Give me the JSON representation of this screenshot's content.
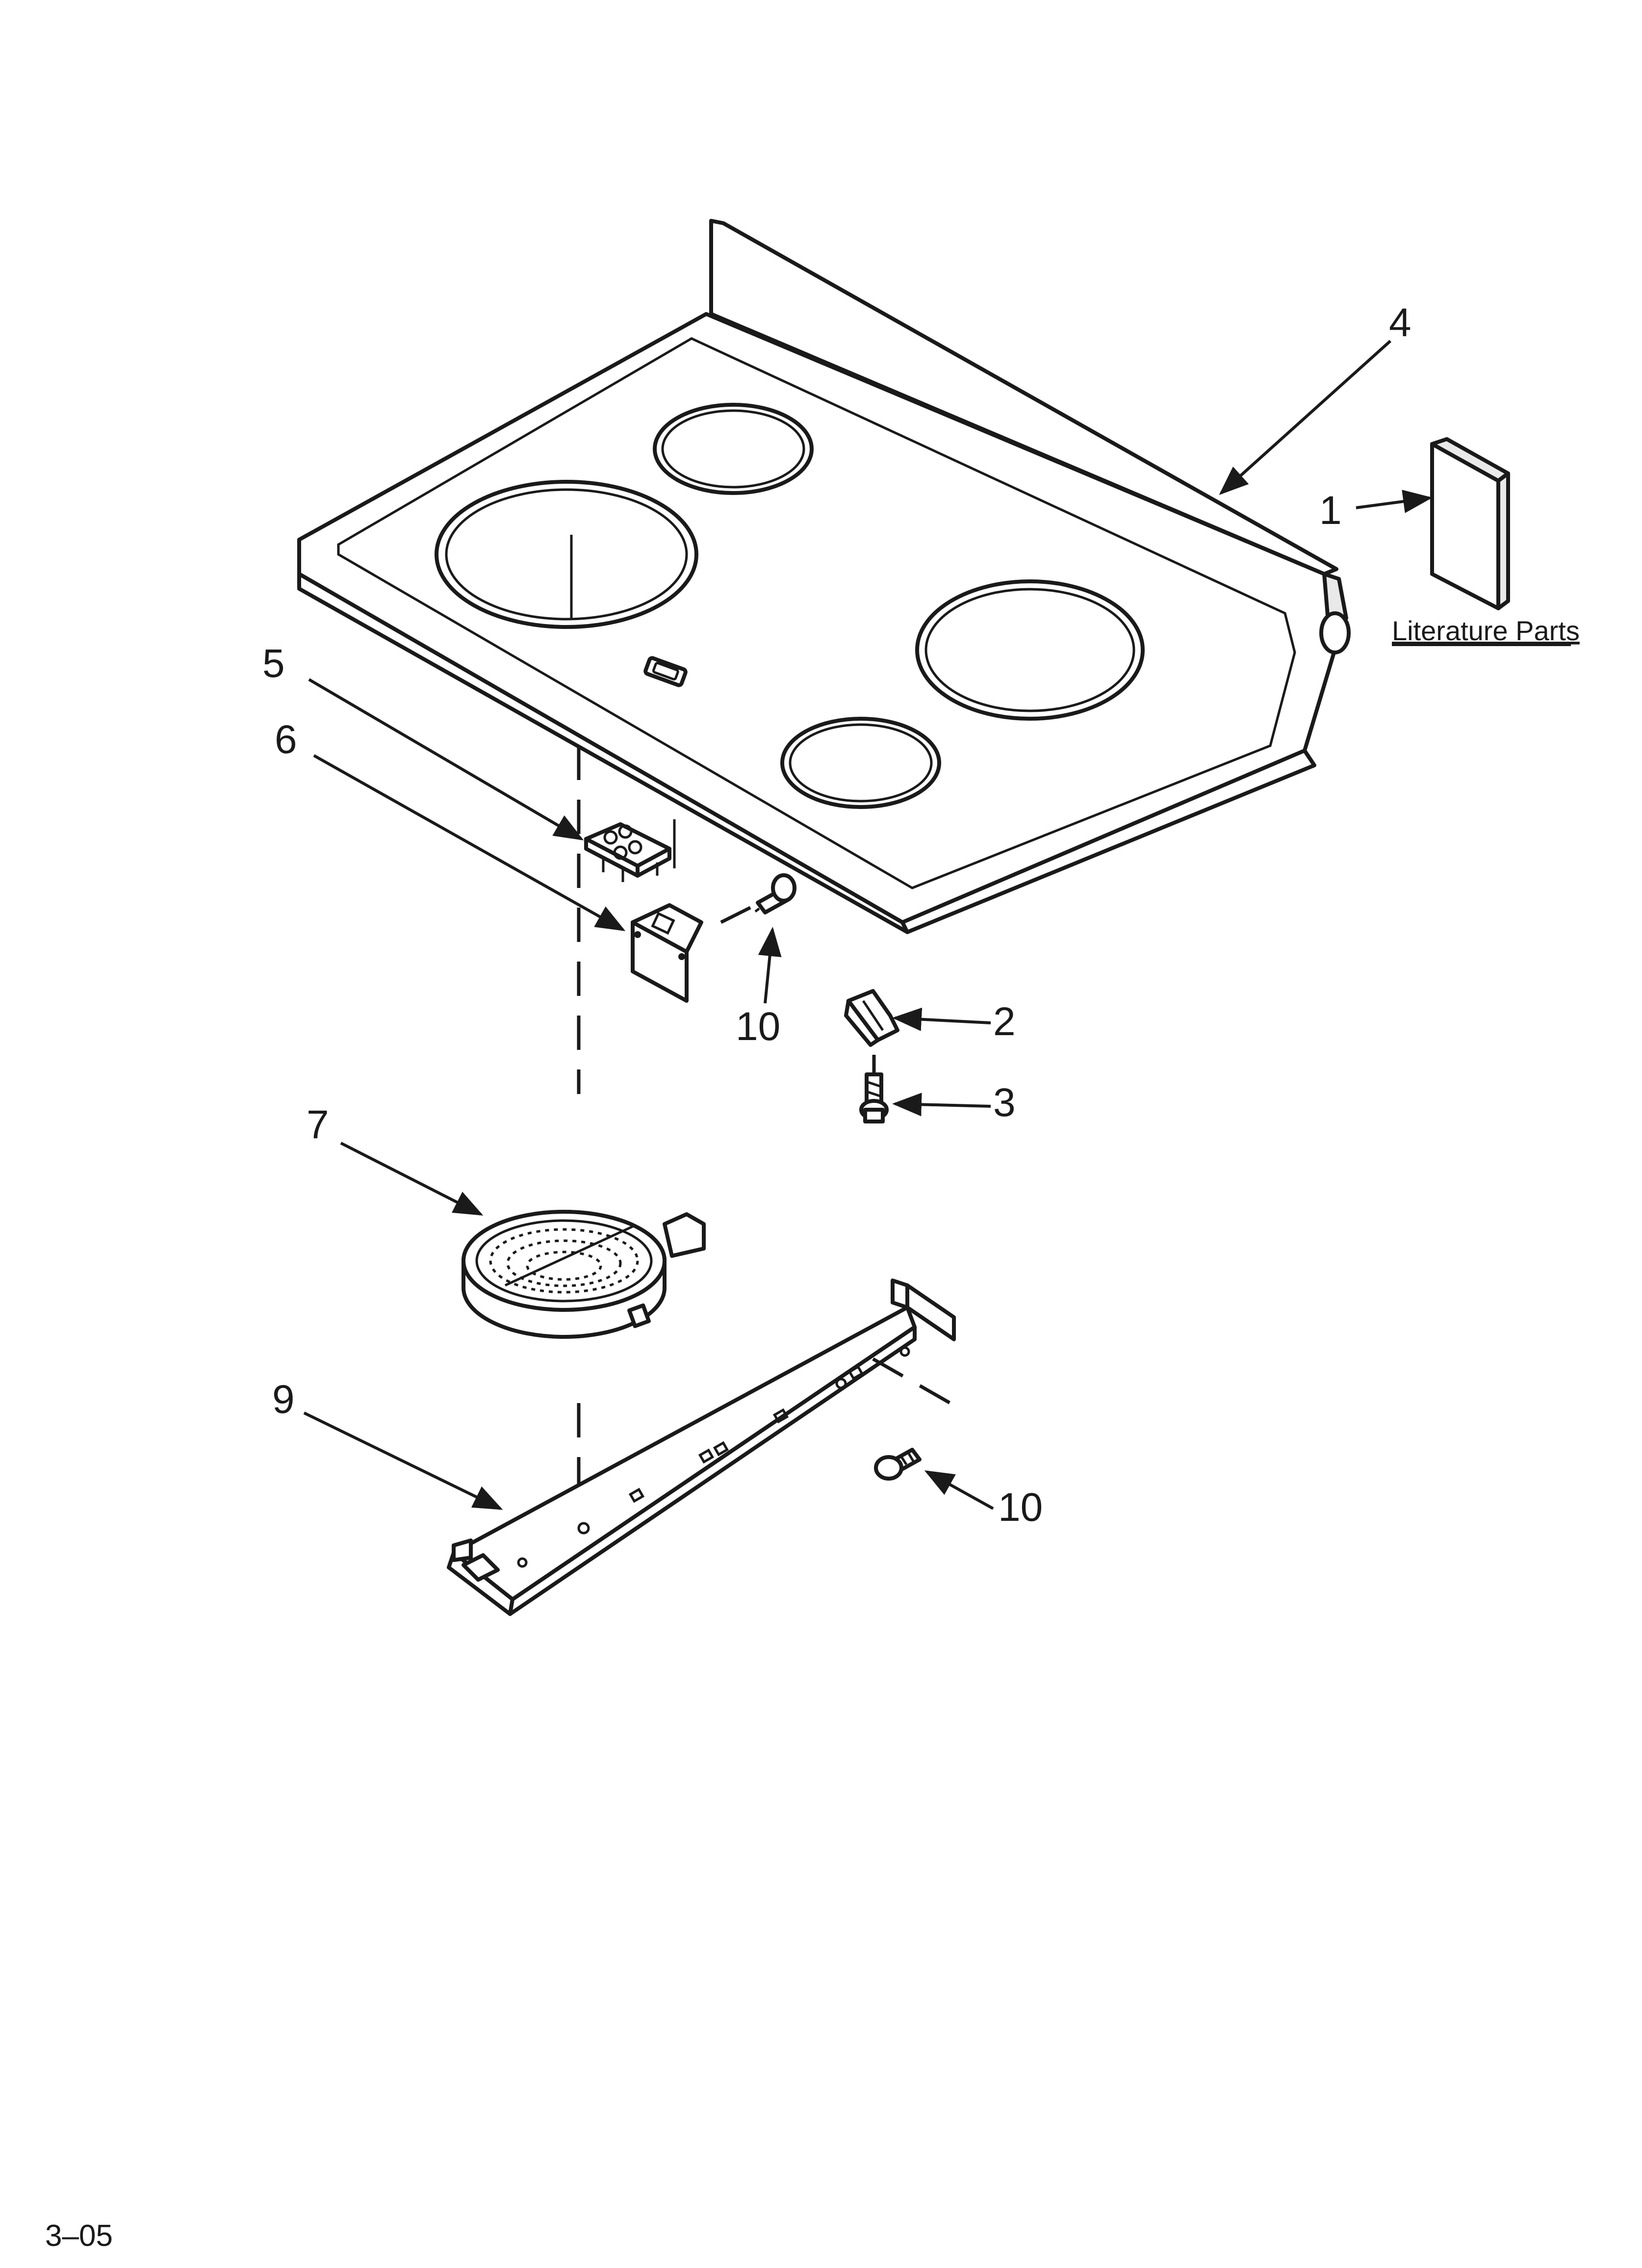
{
  "callouts": {
    "c1": "1",
    "c2": "2",
    "c3": "3",
    "c4": "4",
    "c5": "5",
    "c6": "6",
    "c7": "7",
    "c9": "9",
    "c10a": "10",
    "c10b": "10"
  },
  "literature_label": "Literature Parts",
  "page_code": "3–05"
}
